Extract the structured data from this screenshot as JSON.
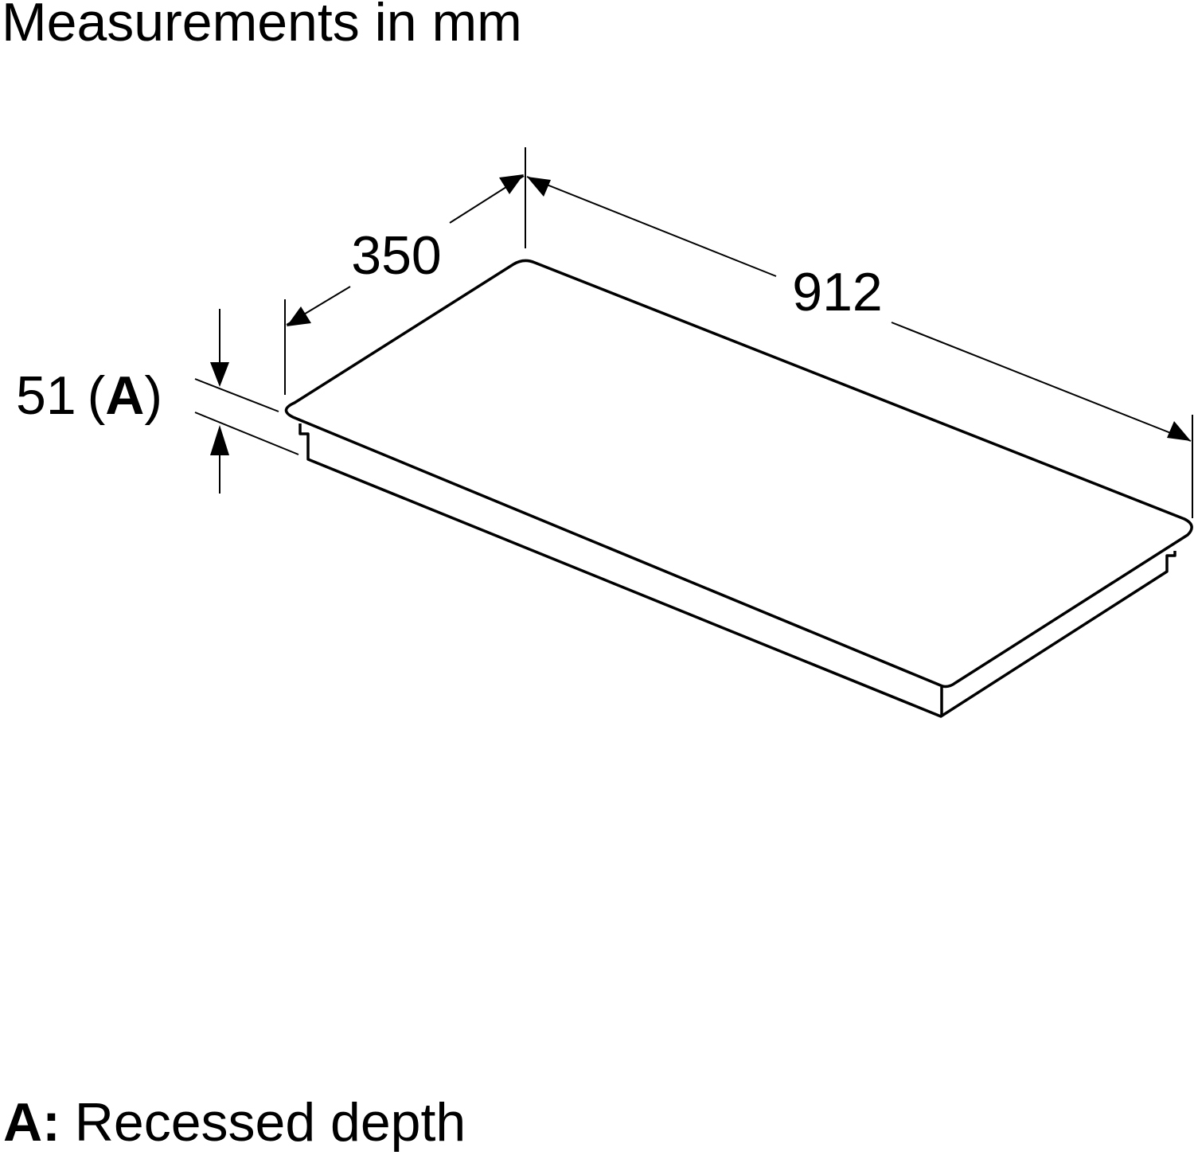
{
  "header": {
    "title": "Measurements in mm"
  },
  "dimensions": {
    "depth": "350",
    "width": "912",
    "recess_value": "51",
    "recess_open": "(",
    "recess_key": "A",
    "recess_close": ")"
  },
  "legend": {
    "key": "A:",
    "description": "Recessed depth"
  }
}
